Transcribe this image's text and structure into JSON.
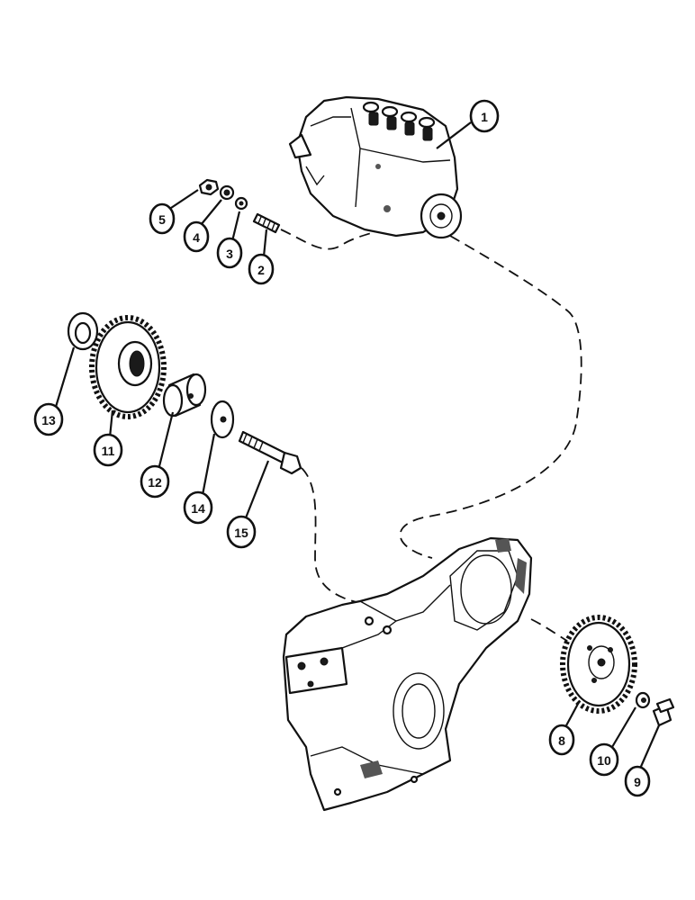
{
  "callouts": [
    {
      "id": "1",
      "label": "1"
    },
    {
      "id": "2",
      "label": "2"
    },
    {
      "id": "3",
      "label": "3"
    },
    {
      "id": "4",
      "label": "4"
    },
    {
      "id": "5",
      "label": "5"
    },
    {
      "id": "8",
      "label": "8"
    },
    {
      "id": "9",
      "label": "9"
    },
    {
      "id": "10",
      "label": "10"
    },
    {
      "id": "11",
      "label": "11"
    },
    {
      "id": "12",
      "label": "12"
    },
    {
      "id": "13",
      "label": "13"
    },
    {
      "id": "14",
      "label": "14"
    },
    {
      "id": "15",
      "label": "15"
    }
  ]
}
